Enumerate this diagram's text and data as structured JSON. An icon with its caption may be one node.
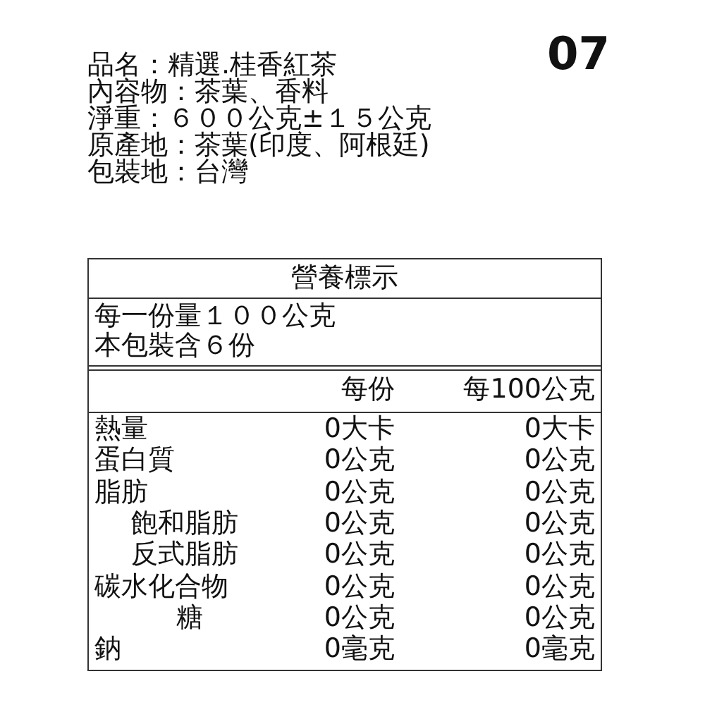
{
  "diagram": {
    "labels": [
      "品名：精選.桂香紅茶",
      "內容物：茶葉、香料",
      "淨重：６００公克±１５公克",
      "原產地：茶葉(印度、阿根廷)",
      "包裝地：台灣",
      "07",
      "營養標示",
      "每一份量１００公克",
      "本包裝含６份",
      "每份",
      "每100公克",
      "熱量",
      "0大卡",
      "0大卡",
      "蛋白質",
      "0公克",
      "0公克",
      "脂肪",
      "0公克",
      "0公克",
      "飽和脂肪",
      "0公克",
      "0公克",
      "反式脂肪",
      "0公克",
      "0公克",
      "碳水化合物",
      "0公克",
      "0公克",
      "糖",
      "0公克",
      "0公克",
      "鈉",
      "0毫克",
      "0毫克"
    ]
  }
}
